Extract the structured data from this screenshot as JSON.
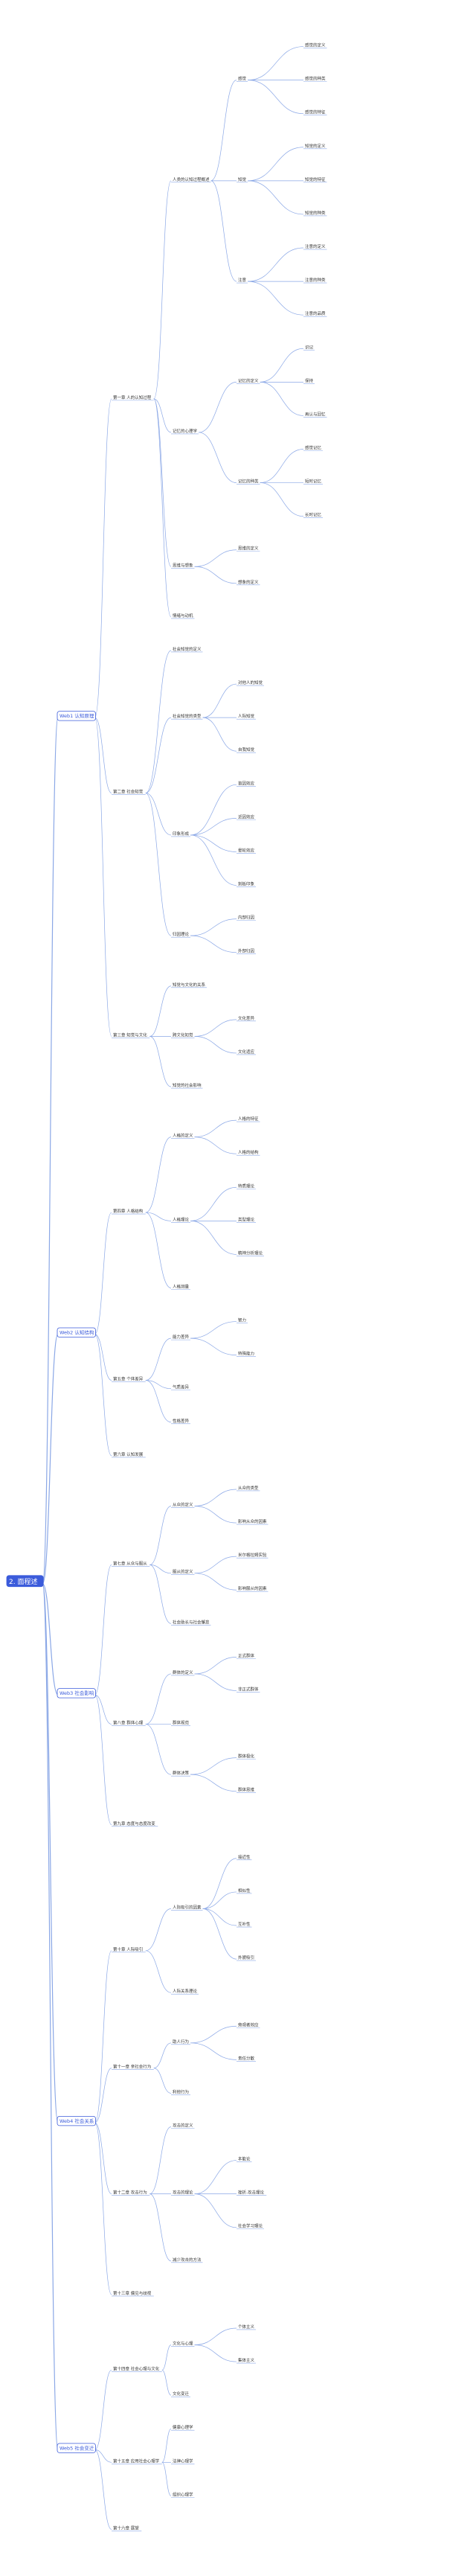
{
  "root": {
    "label": "2. 面程述"
  },
  "accent_color": "#3b5bdb",
  "line_color": "#8aa7e6",
  "branches": [
    {
      "id": "b1",
      "label": "Web1 认知原理",
      "children": [
        {
          "label": "第一章 人的认知过程",
          "children": [
            {
              "label": "人类的认知过程概述",
              "children": [
                {
                  "label": "感觉",
                  "children": [
                    "感觉的定义",
                    "感觉的种类",
                    "感觉的特征"
                  ]
                },
                {
                  "label": "知觉",
                  "children": [
                    "知觉的定义",
                    "知觉的特征",
                    "知觉的种类"
                  ]
                },
                {
                  "label": "注意",
                  "children": [
                    "注意的定义",
                    "注意的种类",
                    "注意的品质"
                  ]
                }
              ]
            },
            {
              "label": "记忆的心理学",
              "children": [
                {
                  "label": "记忆的定义",
                  "children": [
                    "识记",
                    "保持",
                    "再认与回忆"
                  ]
                },
                {
                  "label": "记忆的种类",
                  "children": [
                    "感觉记忆",
                    "短时记忆",
                    "长时记忆"
                  ]
                }
              ]
            },
            {
              "label": "思维与想象",
              "children": [
                "思维的定义",
                "想象的定义"
              ]
            },
            {
              "label": "情绪与动机"
            }
          ]
        },
        {
          "label": "第二章 社会知觉",
          "children": [
            {
              "label": "社会知觉的定义"
            },
            {
              "label": "社会知觉的类型",
              "children": [
                "对他人的知觉",
                "人际知觉",
                "自我知觉"
              ]
            },
            {
              "label": "印象形成",
              "children": [
                "首因效应",
                "近因效应",
                "晕轮效应",
                "刻板印象"
              ]
            },
            {
              "label": "归因理论",
              "children": [
                "内部归因",
                "外部归因"
              ]
            }
          ]
        },
        {
          "label": "第三章 知觉与文化",
          "children": [
            {
              "label": "知觉与文化的关系"
            },
            {
              "label": "跨文化知觉",
              "children": [
                "文化差异",
                "文化适应"
              ]
            },
            {
              "label": "知觉的社会影响"
            }
          ]
        }
      ]
    },
    {
      "id": "b2",
      "label": "Web2 认知结构",
      "children": [
        {
          "label": "第四章 人格结构",
          "children": [
            {
              "label": "人格的定义",
              "children": [
                "人格的特征",
                "人格的结构"
              ]
            },
            {
              "label": "人格理论",
              "children": [
                "特质理论",
                "类型理论",
                "精神分析理论"
              ]
            },
            {
              "label": "人格测量"
            }
          ]
        },
        {
          "label": "第五章 个体差异",
          "children": [
            {
              "label": "能力差异",
              "children": [
                "智力",
                "特殊能力"
              ]
            },
            {
              "label": "气质差异"
            },
            {
              "label": "性格差异"
            }
          ]
        },
        {
          "label": "第六章 认知发展"
        }
      ]
    },
    {
      "id": "b3",
      "label": "Web3 社会影响",
      "children": [
        {
          "label": "第七章 从众与服从",
          "children": [
            {
              "label": "从众的定义",
              "children": [
                "从众的类型",
                "影响从众的因素"
              ]
            },
            {
              "label": "服从的定义",
              "children": [
                "米尔格拉姆实验",
                "影响服从的因素"
              ]
            },
            {
              "label": "社会助长与社会懈怠"
            }
          ]
        },
        {
          "label": "第八章 群体心理",
          "children": [
            {
              "label": "群体的定义",
              "children": [
                "正式群体",
                "非正式群体"
              ]
            },
            {
              "label": "群体规范"
            },
            {
              "label": "群体决策",
              "children": [
                "群体极化",
                "群体思维"
              ]
            }
          ]
        },
        {
          "label": "第九章 态度与态度改变"
        }
      ]
    },
    {
      "id": "b4",
      "label": "Web4 社会关系",
      "children": [
        {
          "label": "第十章 人际吸引",
          "children": [
            {
              "label": "人际吸引的因素",
              "children": [
                "接近性",
                "相似性",
                "互补性",
                "外貌吸引"
              ]
            },
            {
              "label": "人际关系理论"
            }
          ]
        },
        {
          "label": "第十一章 亲社会行为",
          "children": [
            {
              "label": "助人行为",
              "children": [
                "旁观者效应",
                "责任分散"
              ]
            },
            {
              "label": "利他行为"
            }
          ]
        },
        {
          "label": "第十二章 攻击行为",
          "children": [
            {
              "label": "攻击的定义"
            },
            {
              "label": "攻击的理论",
              "children": [
                "本能论",
                "挫折-攻击理论",
                "社会学习理论"
              ]
            },
            {
              "label": "减少攻击的方法"
            }
          ]
        },
        {
          "label": "第十三章 偏见与歧视"
        }
      ]
    },
    {
      "id": "b5",
      "label": "Web5 社会变迁",
      "children": [
        {
          "label": "第十四章 社会心理与文化",
          "children": [
            {
              "label": "文化与心理",
              "children": [
                "个体主义",
                "集体主义"
              ]
            },
            {
              "label": "文化变迁"
            }
          ]
        },
        {
          "label": "第十五章 应用社会心理学",
          "children": [
            {
              "label": "健康心理学"
            },
            {
              "label": "法律心理学"
            },
            {
              "label": "组织心理学"
            }
          ]
        },
        {
          "label": "第十六章 展望"
        }
      ]
    }
  ]
}
